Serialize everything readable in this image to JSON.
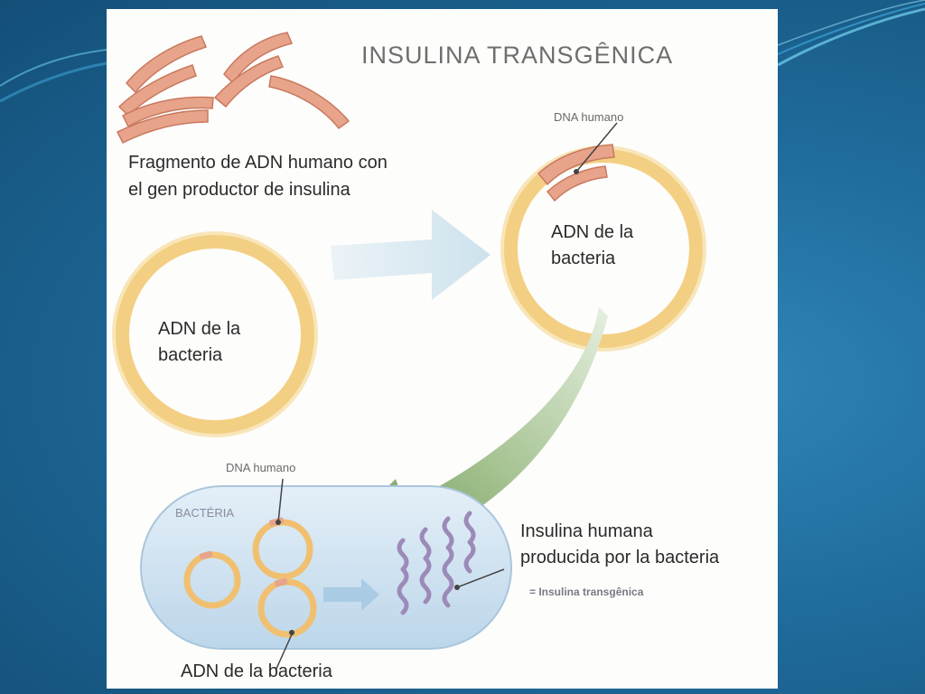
{
  "diagram": {
    "title": "INSULINA TRANSGÊNICA",
    "fragment_label_line1": "Fragmento de ADN humano con",
    "fragment_label_line2": "el gen productor de insulina",
    "plasmid_left_line1": "ADN  de la",
    "plasmid_left_line2": "bacteria",
    "plasmid_right_line1": "ADN  de la",
    "plasmid_right_line2": "bacteria",
    "dna_humano_top": "DNA humano",
    "dna_humano_bottom": "DNA humano",
    "bacteria_label": "BACTÉRIA",
    "insulin_line1": "Insulina humana",
    "insulin_line2": "producida por la bacteria",
    "insulin_note": "= Insulina transgênica",
    "bottom_label": "ADN de la bacteria"
  },
  "colors": {
    "ring_yellow": "#f6d98e",
    "ring_outer": "#f3c873",
    "dna_salmon": "#e0957a",
    "arrow_blue": "#cfe3ee",
    "arrow_green": "#6f9a5a",
    "bacteria_fill": "#cfe2f0",
    "insulin_purple": "#9c8ab8"
  }
}
